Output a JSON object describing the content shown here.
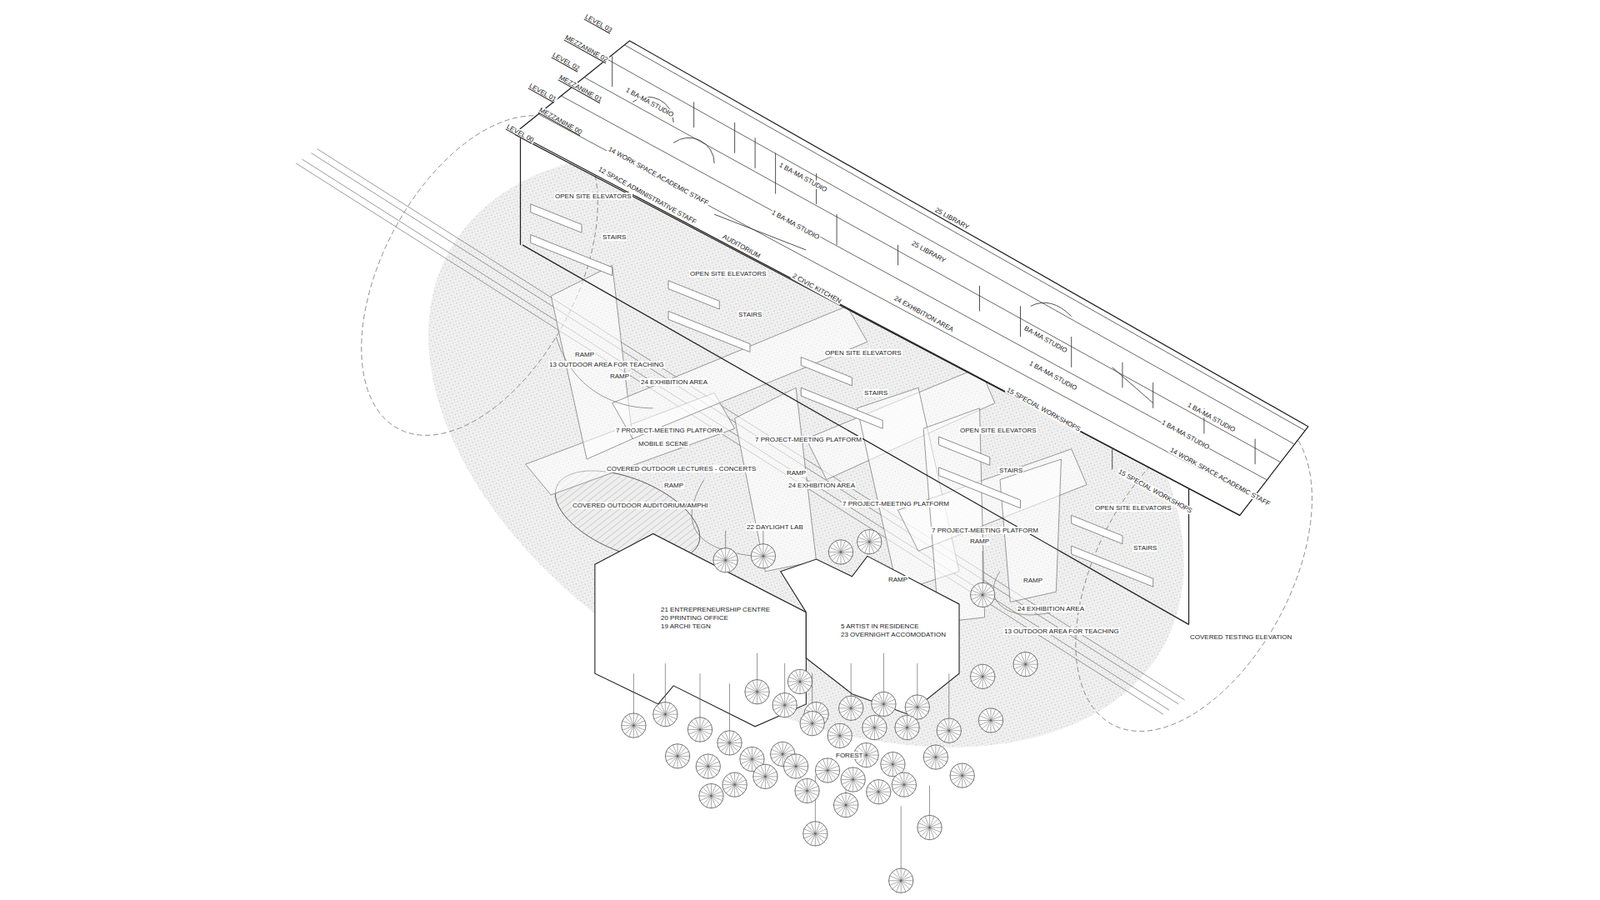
{
  "diagram": {
    "labels": [
      "LEVEL 03",
      "MEZZANINE 02",
      "LEVEL 02",
      "MEZZANINE 01",
      "LEVEL 01",
      "MEZZANINE 00",
      "LEVEL 00",
      "1 BA-MA STUDIO",
      "14 WORK SPACE ACADEMIC STAFF",
      "12 SPACE ADMINISTRATIVE STAFF",
      "1 BA-MA STUDIO",
      "1 BA-MA STUDIO",
      "AUDITORIUM",
      "25 LIBRARY",
      "25 LIBRARY",
      "2 CIVIC KITCHEN",
      "24 EXHIBITION AREA",
      "BA-MA STUDIO",
      "1 BA-MA STUDIO",
      "15 SPECIAL WORKSHOPS",
      "1 BA-MA STUDIO",
      "1 BA-MA STUDIO",
      "14 WORK SPACE ACADEMIC STAFF",
      "15 SPECIAL WORKSHOPS",
      "OPEN SITE ELEVATORS",
      "STAIRS",
      "OPEN SITE ELEVATORS",
      "STAIRS",
      "OPEN SITE ELEVATORS",
      "STAIRS",
      "OPEN SITE ELEVATORS",
      "STAIRS",
      "OPEN SITE ELEVATORS",
      "STAIRS",
      "RAMP",
      "13 OUTDOOR AREA FOR TEACHING",
      "RAMP",
      "24 EXHIBITION AREA",
      "7 PROJECT-MEETING PLATFORM",
      "MOBILE SCENE",
      "7 PROJECT-MEETING PLATFORM",
      "COVERED OUTDOOR LECTURES - CONCERTS",
      "RAMP",
      "24 EXHIBITION AREA",
      "RAMP",
      "COVERED OUTDOOR AUDITORIUM/AMPHI",
      "7 PROJECT-MEETING PLATFORM",
      "7 PROJECT-MEETING PLATFORM",
      "22 DAYLIGHT LAB",
      "RAMP",
      "RAMP",
      "RAMP",
      "24 EXHIBITION AREA",
      "13 OUTDOOR AREA FOR TEACHING",
      "21 ENTREPRENEURSHIP CENTRE",
      "20 PRINTING OFFICE",
      "19 ARCHI TEGN",
      "5 ARTIST IN RESIDENCE",
      "23 OVERNIGHT ACCOMODATION",
      "FOREST",
      "COVERED TESTING ELEVATION"
    ]
  }
}
